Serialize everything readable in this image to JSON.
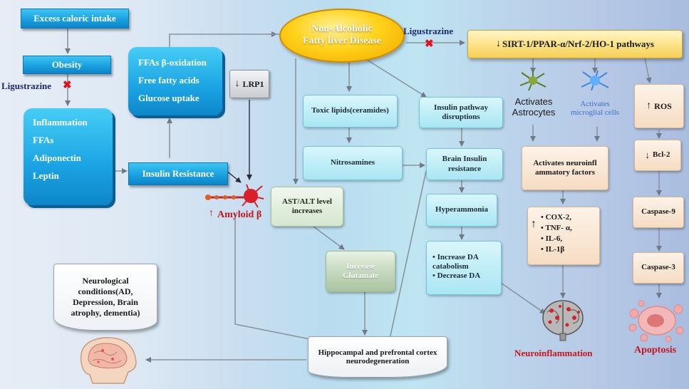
{
  "nodes": {
    "excess_caloric_intake": "Excess caloric intake",
    "obesity": "Obesity",
    "ligustrazine_left": "Ligustrazine",
    "inflammation_list": [
      "Inflammation",
      "FFAs",
      "Adiponectin",
      "Leptin"
    ],
    "ffas_list": [
      "FFAs β-oxidation",
      "Free fatty acids",
      "Glucose uptake"
    ],
    "insulin_resistance": "Insulin Resistance",
    "lrp1": "LRP1",
    "amyloid_beta": "Amyloid β",
    "nafld": "Non-Alcoholic Fatty liver Disease",
    "ligustrazine_right": "Ligustrazine",
    "sirt_pathways": "SIRT-1/PPAR-α/Nrf-2/HO-1 pathways",
    "toxic_lipids": "Toxic lipids(ceramides)",
    "nitrosamines": "Nitrosamines",
    "ast_alt": "AST/ALT level increases",
    "increase_glutamate": "Increase Glutamate",
    "insulin_pathway_disruptions": "Insulin pathway disruptions",
    "brain_insulin_resistance": "Brain Insulin resistance",
    "hyperammonia": "Hyperammonia",
    "da_list": [
      "Increase DA catabolism",
      "Decrease DA"
    ],
    "activates_astrocytes": "Activates Astrocytes",
    "activates_microglial": "Activates microglial cells",
    "neuroinflammatory_factors": "Activates neuroinflammatory factors",
    "cytokines": [
      "COX-2,",
      "TNF- α,",
      "IL-6,",
      "IL-1β"
    ],
    "ros": "ROS",
    "bcl2": "Bcl-2",
    "caspase9": "Caspase-9",
    "caspase3": "Caspase-3",
    "neuroinflammation": "Neuroinflammation",
    "apoptosis": "Apoptosis",
    "hippocampal": "Hippocampal and prefrontal cortex neurodegeneration",
    "neurological_conditions": "Neurological conditions(AD, Depression, Brain atrophy, dementia)"
  },
  "colors": {
    "blue_box": "#1aa0e0",
    "ellipse": "#ffd21a",
    "yellow_bar": "#fde48a",
    "green_box": "#c6d9bf",
    "cyan_box": "#a9e6f3",
    "peach_box": "#f6dcc3",
    "red_text": "#c4161c",
    "navy_text": "#1b2a6e",
    "arrow_gray": "#7f8a96"
  },
  "icons": [
    "inhibit-x-icon",
    "down-arrow-icon",
    "up-arrow-icon",
    "neuron-icon",
    "astrocyte-icon",
    "microglia-icon",
    "brain-icon",
    "apoptotic-cell-icon"
  ]
}
